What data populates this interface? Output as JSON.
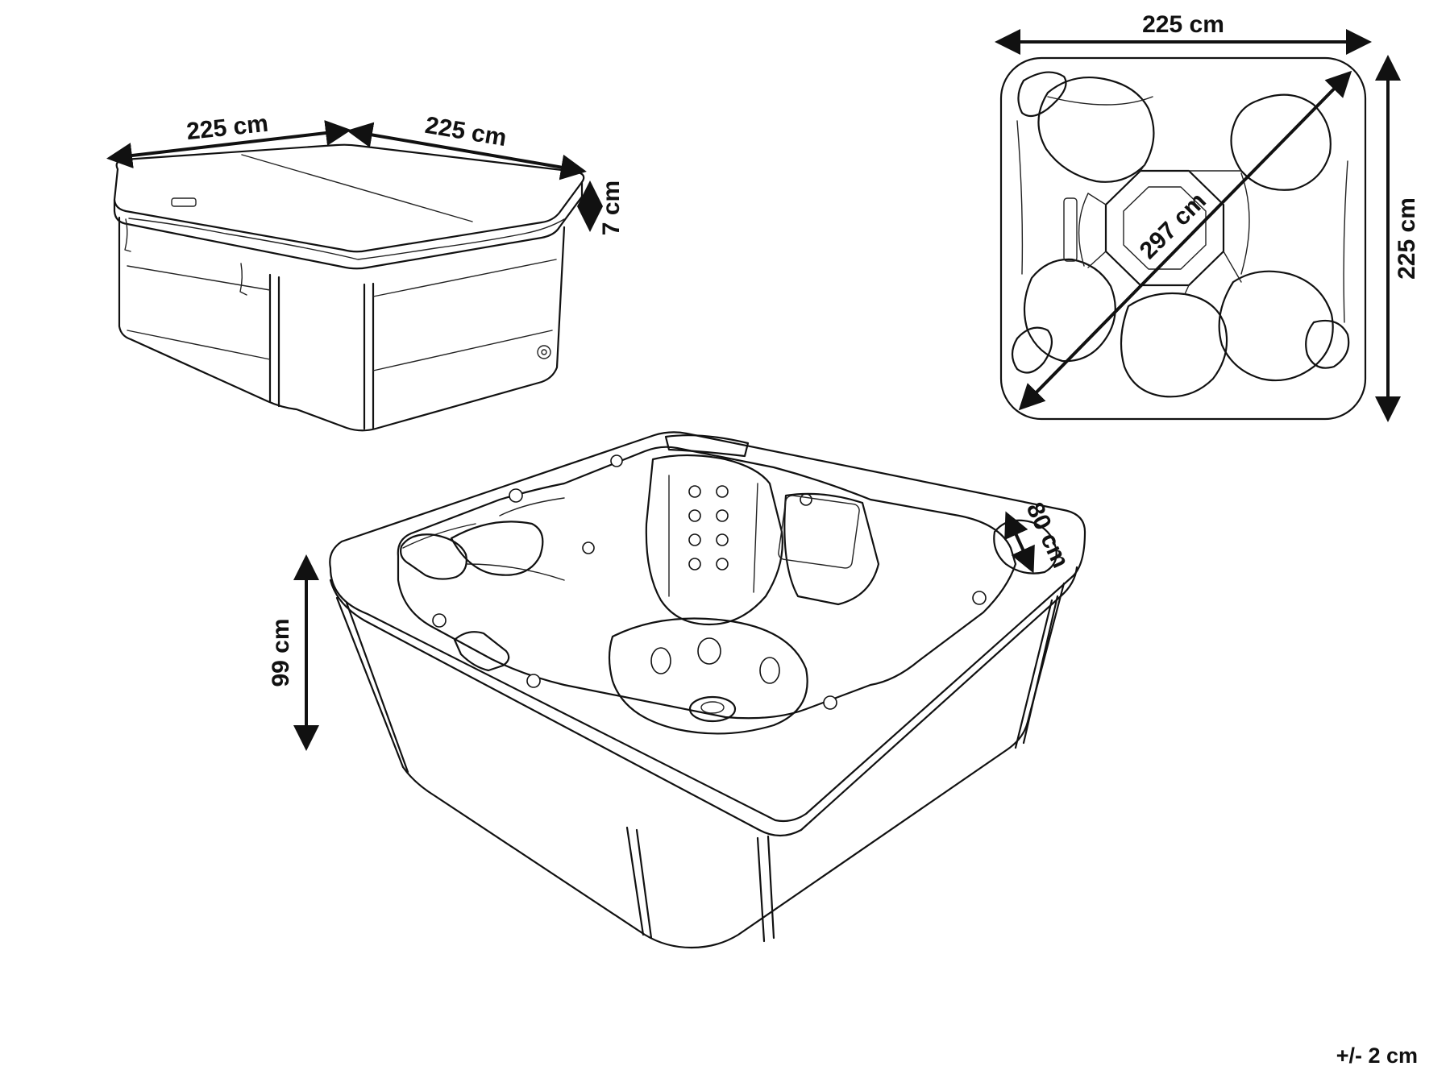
{
  "dimensions": {
    "cover_width": "225 cm",
    "cover_depth": "225 cm",
    "cover_thickness": "7 cm",
    "top_width": "225 cm",
    "top_depth": "225 cm",
    "top_diagonal": "297 cm",
    "tub_height": "99 cm",
    "tub_inner_depth": "80 cm"
  },
  "tolerance": "+/- 2 cm",
  "icons": [
    "cover-handle-icon",
    "drain-valve-icon",
    "headrest-icon",
    "jet-icon"
  ],
  "colors": {
    "line": "#111111",
    "background": "#ffffff"
  }
}
